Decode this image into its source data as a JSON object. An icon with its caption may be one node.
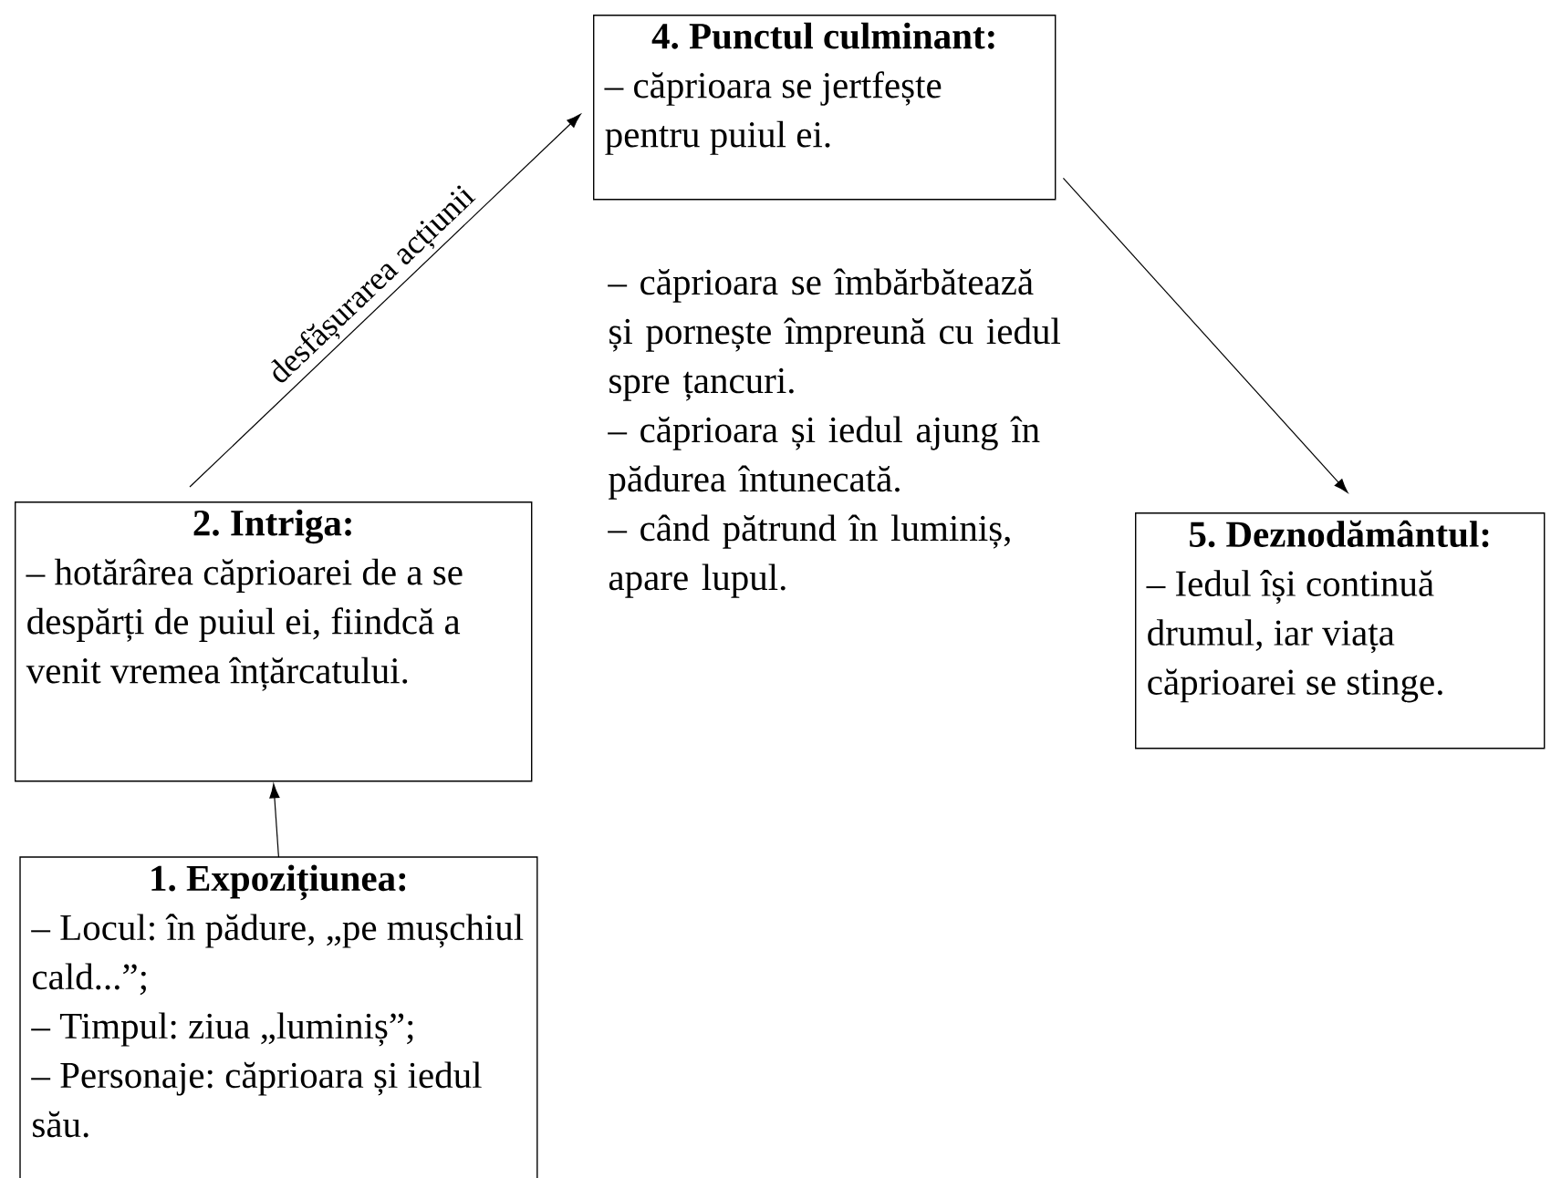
{
  "diagram": {
    "nodes": [
      {
        "text": [
          "1. Expozițiunea:",
          "– Locul: în pădure, „pe mușchiul cald...”;",
          "– Timpul: ziua „luminiș”;",
          "– Personaje: căprioara și iedul său."
        ]
      },
      {
        "text": [
          "2. Intriga:",
          "– hotărârea căprioarei de a se despărți de puiul ei, fiindcă a venit vremea înțărcatului."
        ]
      },
      {
        "text": [
          "4. Punctul culminant:",
          "– căprioara se jertfește pentru puiul ei."
        ]
      },
      {
        "text": [
          "5. Deznodământul:",
          "– Iedul își continuă drumul, iar viața căprioarei se stinge."
        ]
      }
    ],
    "edges": [
      {
        "from": 0,
        "to": 1,
        "arrow": "to"
      },
      {
        "from": 1,
        "to": 2,
        "arrow": "to",
        "label": "desfășurarea acțiunii"
      },
      {
        "from": 2,
        "to": 3,
        "arrow": "to"
      }
    ],
    "labels": [
      "– căprioara se îmbărbătează și pornește împreună cu iedul spre țancuri.",
      "– căprioara și iedul ajung în pădurea întunecată.",
      "– când pătrund în luminiș, apare lupul."
    ]
  }
}
